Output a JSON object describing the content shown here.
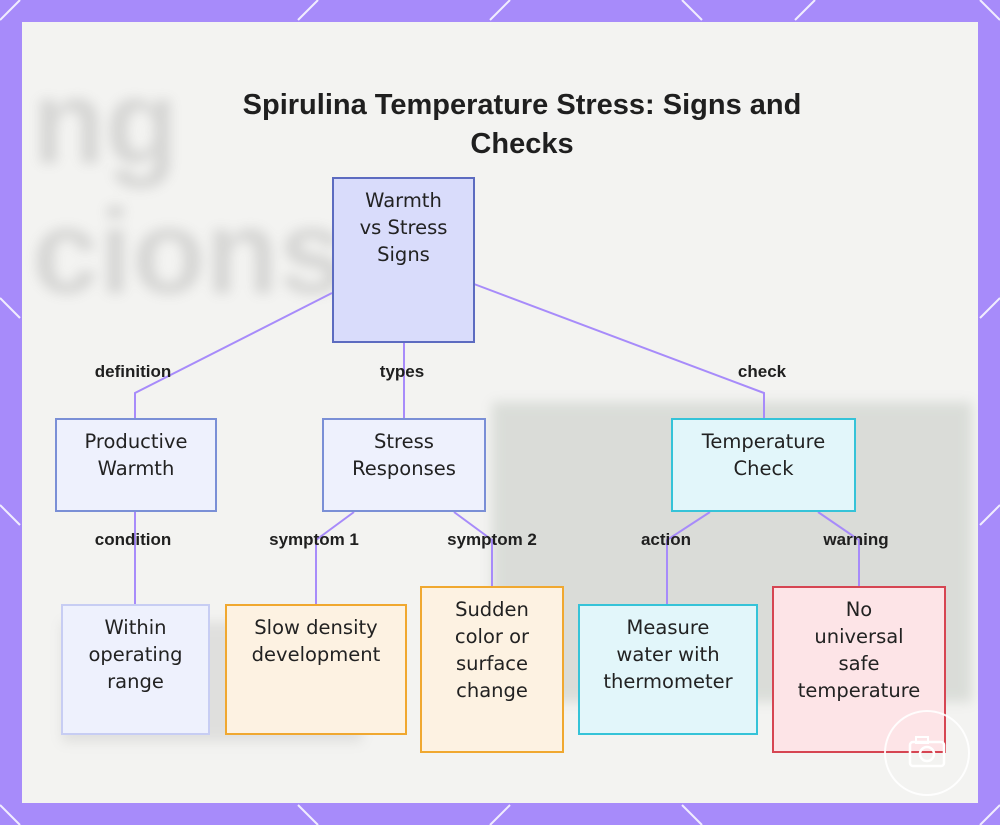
{
  "title": "Spirulina Temperature Stress: Signs and Checks",
  "colors": {
    "frame": "#a78bfa",
    "edge": "#a78bfa",
    "root_fill": "#d9dcfb",
    "root_border": "#5c6bc0",
    "blue_fill": "#eef1fd",
    "blue_border": "#7a8fd6",
    "light_fill": "#eef1fd",
    "light_border": "#c7cdf3",
    "cyan_fill": "#e2f6fa",
    "cyan_border": "#35c3d8",
    "orange_fill": "#fdf2e2",
    "orange_border": "#f0a830",
    "red_fill": "#fde4e7",
    "red_border": "#d64552"
  },
  "nodes": {
    "root": "Warmth\nvs Stress\nSigns",
    "productive": "Productive\nWarmth",
    "stress": "Stress\nResponses",
    "temp_check": "Temperature\nCheck",
    "within_range": "Within\noperating\nrange",
    "slow_density": "Slow density\ndevelopment",
    "sudden_change": "Sudden\ncolor or\nsurface\nchange",
    "measure": "Measure\nwater with\nthermometer",
    "no_safe": "No\nuniversal\nsafe\ntemperature"
  },
  "edge_labels": {
    "definition": "definition",
    "types": "types",
    "check": "check",
    "condition": "condition",
    "symptom1": "symptom 1",
    "symptom2": "symptom 2",
    "action": "action",
    "warning": "warning"
  },
  "logo_icon": "camera-logo-icon"
}
